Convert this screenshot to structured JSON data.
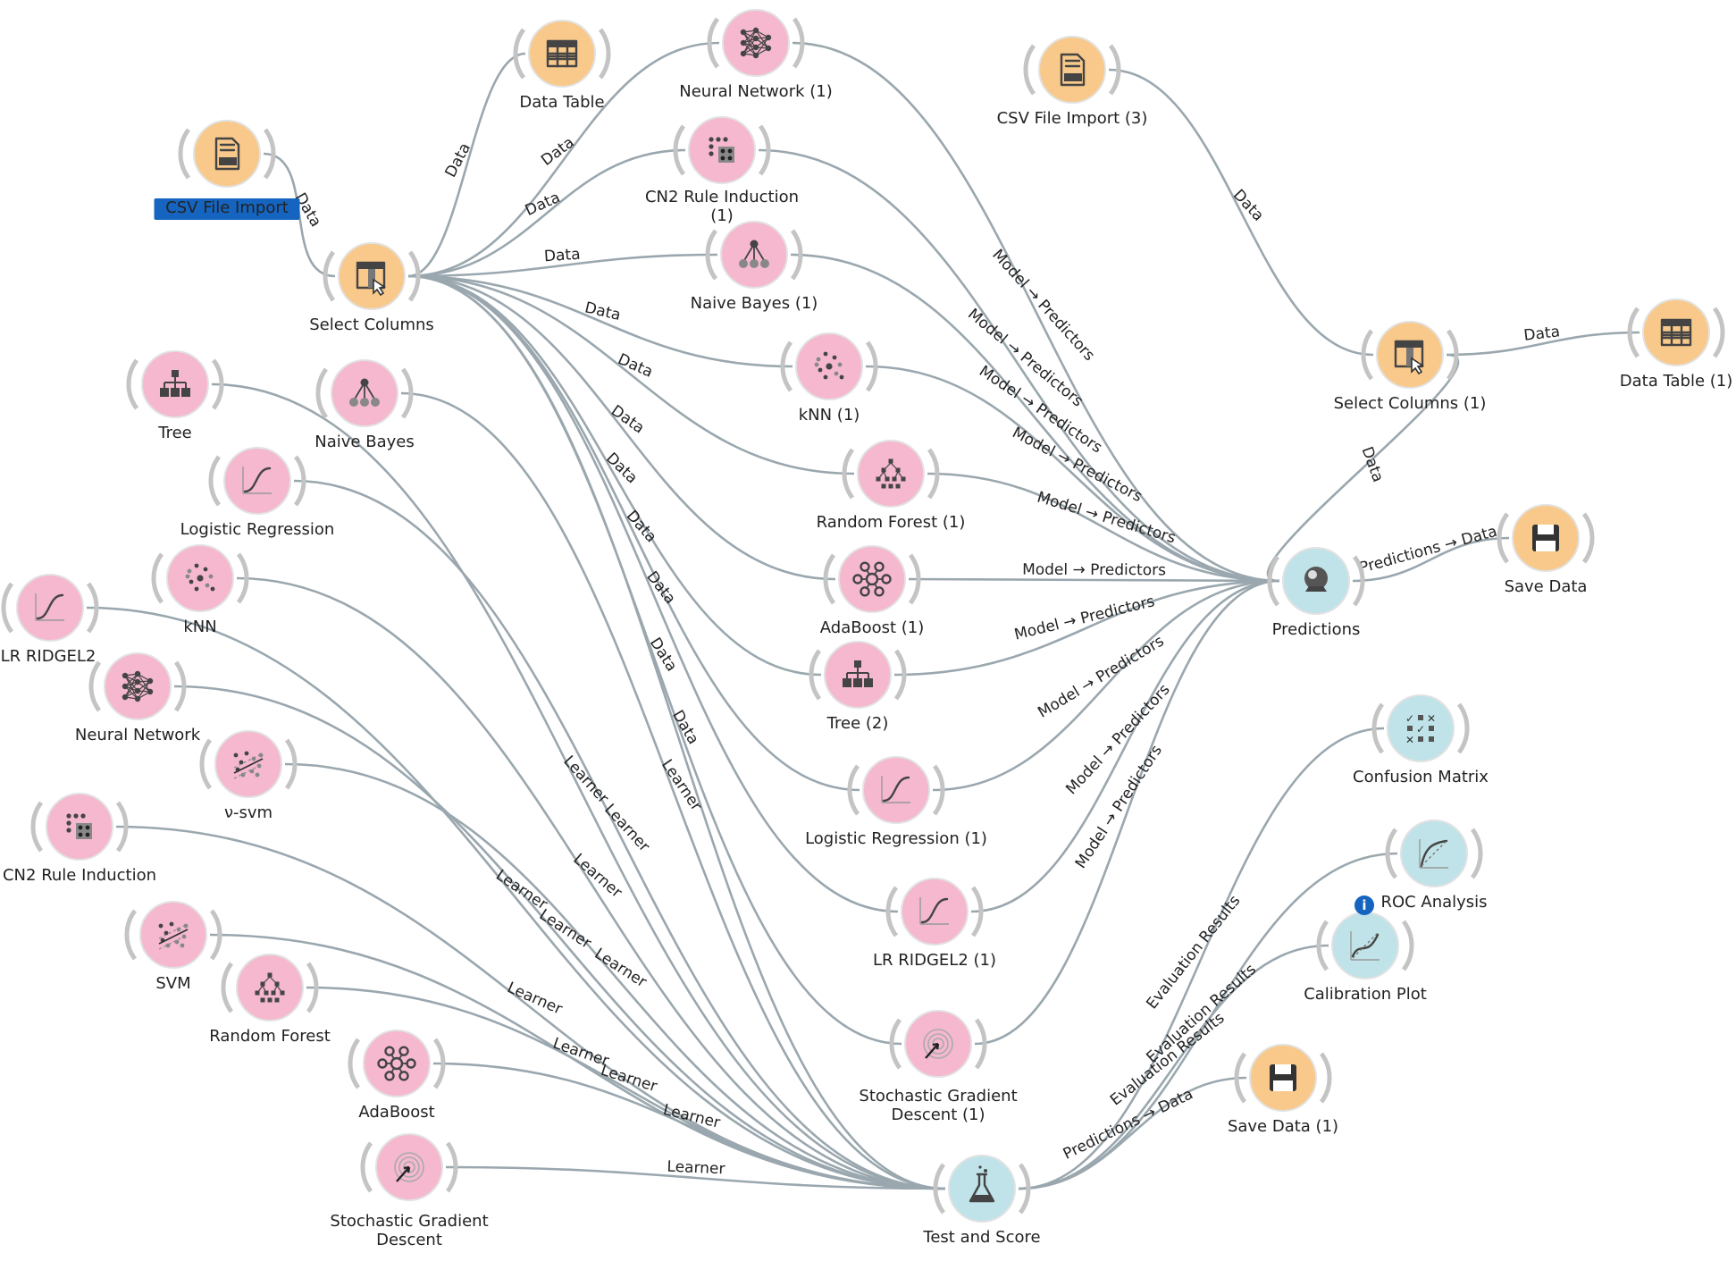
{
  "colors": {
    "data_widget": "#f8c98a",
    "model_widget": "#f5b8cf",
    "eval_widget": "#bfe3e8",
    "edge": "#9aa7ae",
    "selection": "#1565c0",
    "info_badge": "#1565c0"
  },
  "nodes": [
    {
      "id": "csv1",
      "label": "CSV File Import",
      "kind": "data",
      "icon": "csv-icon",
      "selected": true
    },
    {
      "id": "sel1",
      "label": "Select Columns",
      "kind": "data",
      "icon": "select-columns-icon"
    },
    {
      "id": "dt1",
      "label": "Data Table",
      "kind": "data",
      "icon": "table-icon"
    },
    {
      "id": "nn1",
      "label": "Neural Network (1)",
      "kind": "model",
      "icon": "neural-network-icon"
    },
    {
      "id": "cn21",
      "label": "CN2 Rule Induction\n(1)",
      "kind": "model",
      "icon": "rules-icon"
    },
    {
      "id": "nb1",
      "label": "Naive Bayes (1)",
      "kind": "model",
      "icon": "naive-bayes-icon"
    },
    {
      "id": "knn1",
      "label": "kNN (1)",
      "kind": "model",
      "icon": "knn-icon"
    },
    {
      "id": "rf1",
      "label": "Random Forest (1)",
      "kind": "model",
      "icon": "random-forest-icon"
    },
    {
      "id": "ada1",
      "label": "AdaBoost (1)",
      "kind": "model",
      "icon": "adaboost-icon"
    },
    {
      "id": "tree2",
      "label": "Tree (2)",
      "kind": "model",
      "icon": "tree-icon"
    },
    {
      "id": "lr1",
      "label": "Logistic Regression (1)",
      "kind": "model",
      "icon": "sigmoid-icon"
    },
    {
      "id": "lrr1",
      "label": "LR RIDGEL2 (1)",
      "kind": "model",
      "icon": "sigmoid-icon"
    },
    {
      "id": "sgd1",
      "label": "Stochastic Gradient\nDescent (1)",
      "kind": "model",
      "icon": "sgd-icon"
    },
    {
      "id": "csv3",
      "label": "CSV File Import (3)",
      "kind": "data",
      "icon": "csv-icon"
    },
    {
      "id": "sel2",
      "label": "Select Columns (1)",
      "kind": "data",
      "icon": "select-columns-icon"
    },
    {
      "id": "dt2",
      "label": "Data Table (1)",
      "kind": "data",
      "icon": "table-icon"
    },
    {
      "id": "pred",
      "label": "Predictions",
      "kind": "eval",
      "icon": "predictions-icon"
    },
    {
      "id": "save1",
      "label": "Save Data",
      "kind": "data",
      "icon": "save-icon"
    },
    {
      "id": "cm",
      "label": "Confusion Matrix",
      "kind": "eval",
      "icon": "confusion-matrix-icon"
    },
    {
      "id": "roc",
      "label": "ROC Analysis",
      "kind": "eval",
      "icon": "roc-icon"
    },
    {
      "id": "cal",
      "label": "Calibration Plot",
      "kind": "eval",
      "icon": "calibration-icon",
      "badge": "i"
    },
    {
      "id": "save2",
      "label": "Save Data (1)",
      "kind": "data",
      "icon": "save-icon"
    },
    {
      "id": "ts",
      "label": "Test and Score",
      "kind": "eval",
      "icon": "flask-icon"
    },
    {
      "id": "tree",
      "label": "Tree",
      "kind": "model",
      "icon": "tree-icon"
    },
    {
      "id": "nb",
      "label": "Naive Bayes",
      "kind": "model",
      "icon": "naive-bayes-icon"
    },
    {
      "id": "lr",
      "label": "Logistic Regression",
      "kind": "model",
      "icon": "sigmoid-icon"
    },
    {
      "id": "knn",
      "label": "kNN",
      "kind": "model",
      "icon": "knn-icon"
    },
    {
      "id": "lrr",
      "label": "LR RIDGEL2",
      "kind": "model",
      "icon": "sigmoid-icon"
    },
    {
      "id": "nn",
      "label": "Neural Network",
      "kind": "model",
      "icon": "neural-network-icon"
    },
    {
      "id": "vsvm",
      "label": "ν-svm",
      "kind": "model",
      "icon": "svm-icon"
    },
    {
      "id": "cn2",
      "label": "CN2 Rule Induction",
      "kind": "model",
      "icon": "rules-icon"
    },
    {
      "id": "svm",
      "label": "SVM",
      "kind": "model",
      "icon": "svm-icon"
    },
    {
      "id": "rf",
      "label": "Random Forest",
      "kind": "model",
      "icon": "random-forest-icon"
    },
    {
      "id": "ada",
      "label": "AdaBoost",
      "kind": "model",
      "icon": "adaboost-icon"
    },
    {
      "id": "sgd",
      "label": "Stochastic Gradient\nDescent",
      "kind": "model",
      "icon": "sgd-icon"
    }
  ],
  "edges": [
    {
      "from": "csv1",
      "to": "sel1",
      "label": "Data"
    },
    {
      "from": "sel1",
      "to": "dt1",
      "label": "Data"
    },
    {
      "from": "sel1",
      "to": "nn1",
      "label": "Data"
    },
    {
      "from": "sel1",
      "to": "cn21",
      "label": "Data"
    },
    {
      "from": "sel1",
      "to": "nb1",
      "label": "Data"
    },
    {
      "from": "sel1",
      "to": "knn1",
      "label": "Data"
    },
    {
      "from": "sel1",
      "to": "rf1",
      "label": "Data"
    },
    {
      "from": "sel1",
      "to": "ada1",
      "label": "Data"
    },
    {
      "from": "sel1",
      "to": "tree2",
      "label": "Data"
    },
    {
      "from": "sel1",
      "to": "lr1",
      "label": "Data"
    },
    {
      "from": "sel1",
      "to": "lrr1",
      "label": "Data"
    },
    {
      "from": "sel1",
      "to": "sgd1",
      "label": "Data"
    },
    {
      "from": "sel1",
      "to": "ts",
      "label": "Data"
    },
    {
      "from": "nn1",
      "to": "pred",
      "label": "Model → Predictors"
    },
    {
      "from": "cn21",
      "to": "pred",
      "label": "Model → Predictors"
    },
    {
      "from": "nb1",
      "to": "pred",
      "label": "Model → Predictors"
    },
    {
      "from": "knn1",
      "to": "pred",
      "label": "Model → Predictors"
    },
    {
      "from": "rf1",
      "to": "pred",
      "label": "Model → Predictors"
    },
    {
      "from": "ada1",
      "to": "pred",
      "label": "Model → Predictors"
    },
    {
      "from": "tree2",
      "to": "pred",
      "label": "Model → Predictors"
    },
    {
      "from": "lr1",
      "to": "pred",
      "label": "Model → Predictors"
    },
    {
      "from": "lrr1",
      "to": "pred",
      "label": "Model → Predictors"
    },
    {
      "from": "sgd1",
      "to": "pred",
      "label": "Model → Predictors"
    },
    {
      "from": "csv3",
      "to": "sel2",
      "label": "Data"
    },
    {
      "from": "sel2",
      "to": "dt2",
      "label": "Data"
    },
    {
      "from": "sel2",
      "to": "pred",
      "label": "Data"
    },
    {
      "from": "pred",
      "to": "save1",
      "label": "Predictions → Data"
    },
    {
      "from": "tree",
      "to": "ts",
      "label": "Learner"
    },
    {
      "from": "nb",
      "to": "ts",
      "label": "Learner"
    },
    {
      "from": "lr",
      "to": "ts",
      "label": "Learner"
    },
    {
      "from": "knn",
      "to": "ts",
      "label": "Learner"
    },
    {
      "from": "lrr",
      "to": "ts",
      "label": "Learner"
    },
    {
      "from": "nn",
      "to": "ts",
      "label": "Learner"
    },
    {
      "from": "vsvm",
      "to": "ts",
      "label": "Learner"
    },
    {
      "from": "cn2",
      "to": "ts",
      "label": "Learner"
    },
    {
      "from": "svm",
      "to": "ts",
      "label": "Learner"
    },
    {
      "from": "rf",
      "to": "ts",
      "label": "Learner"
    },
    {
      "from": "ada",
      "to": "ts",
      "label": "Learner"
    },
    {
      "from": "sgd",
      "to": "ts",
      "label": "Learner"
    },
    {
      "from": "ts",
      "to": "cm",
      "label": "Evaluation Results"
    },
    {
      "from": "ts",
      "to": "roc",
      "label": "Evaluation Results"
    },
    {
      "from": "ts",
      "to": "cal",
      "label": "Evaluation Results"
    },
    {
      "from": "ts",
      "to": "save2",
      "label": "Predictions → Data"
    }
  ]
}
